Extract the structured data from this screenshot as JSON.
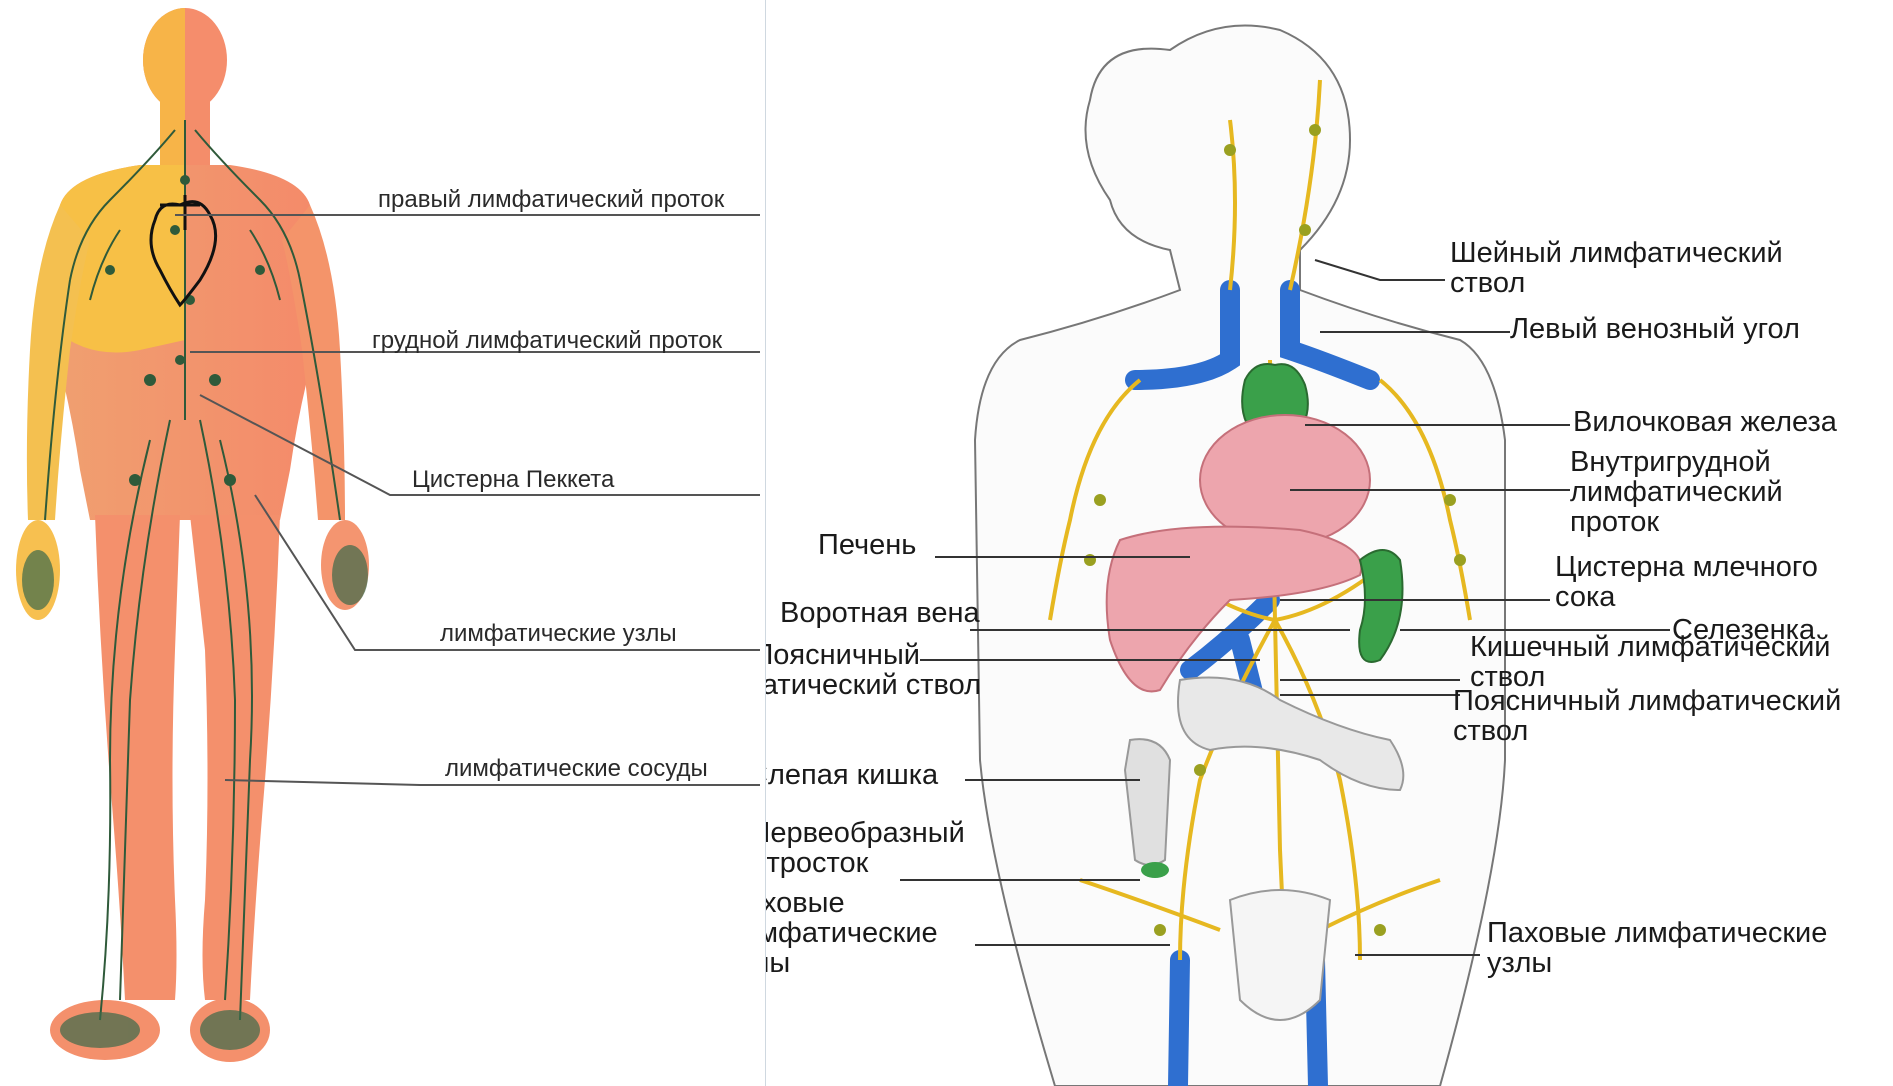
{
  "left_panel": {
    "labels": [
      "правый лимфатический проток",
      "грудной лимфатический проток",
      "Цистерна Пеккета",
      "лимфатические узлы",
      "лимфатические сосуды"
    ]
  },
  "right_panel": {
    "labels_right": [
      [
        "Шейный лимфатический",
        "ствол"
      ],
      [
        "Левый венозный угол"
      ],
      [
        "Вилочковая железа"
      ],
      [
        "Внутригрудной",
        "лимфатический",
        "проток"
      ],
      [
        "Цистерна млечного",
        "сока"
      ],
      [
        "Селезенка"
      ],
      [
        "Кишечный лимфатический",
        "ствол"
      ],
      [
        "Поясничный лимфатический",
        "ствол"
      ],
      [
        "Паховые лимфатические",
        "узлы"
      ]
    ],
    "labels_left": [
      [
        "Печень"
      ],
      [
        "Воротная вена"
      ],
      [
        "Поясничный",
        "лимфатический ствол"
      ],
      [
        "Слепая кишка"
      ],
      [
        "Червеобразный",
        "отросток"
      ],
      [
        "Паховые",
        "лимфатические",
        "узлы"
      ]
    ]
  },
  "colors": {
    "body_orange": "#f4a07c",
    "body_yellow": "#f7c84a",
    "lymph_green": "#2f5a3a",
    "vessel_yellow": "#e8b820",
    "vein_blue": "#2f6fd0",
    "thymus_green": "#3aa04a",
    "organ_pink": "#e8a0a8"
  }
}
